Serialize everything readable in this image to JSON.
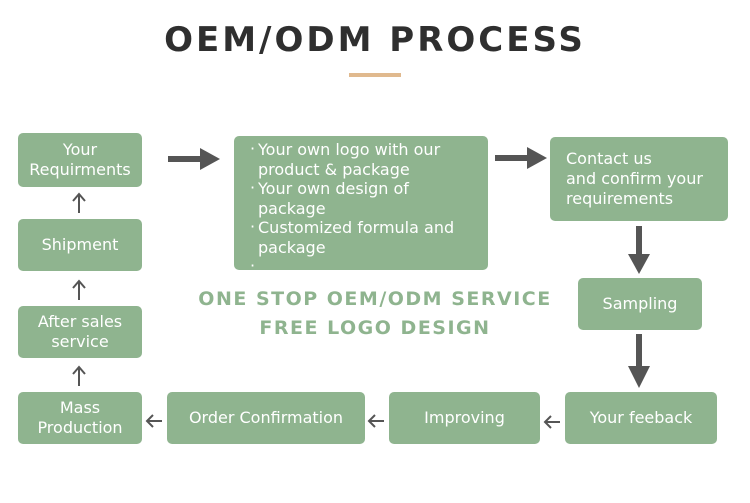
{
  "title": "OEM/ODM PROCESS",
  "steps": {
    "requirements": "Your\nRequirments",
    "bullets": [
      "Your own logo with our product & package",
      "Your own design of package",
      "Customized formula and package",
      "..."
    ],
    "contact": "Contact us\nand confirm your\nrequirements",
    "sampling": "Sampling",
    "feedback": "Your feeback",
    "improving": "Improving",
    "order": "Order Confirmation",
    "mass": "Mass\nProduction",
    "after_sales": "After sales\nservice",
    "shipment": "Shipment"
  },
  "slogan": {
    "line1": "ONE STOP OEM/ODM SERVICE",
    "line2": "FREE LOGO DESIGN"
  },
  "colors": {
    "box": "#8fb48f",
    "title": "#2f2f2f",
    "accent": "#e0b98e",
    "arrow": "#555555"
  }
}
